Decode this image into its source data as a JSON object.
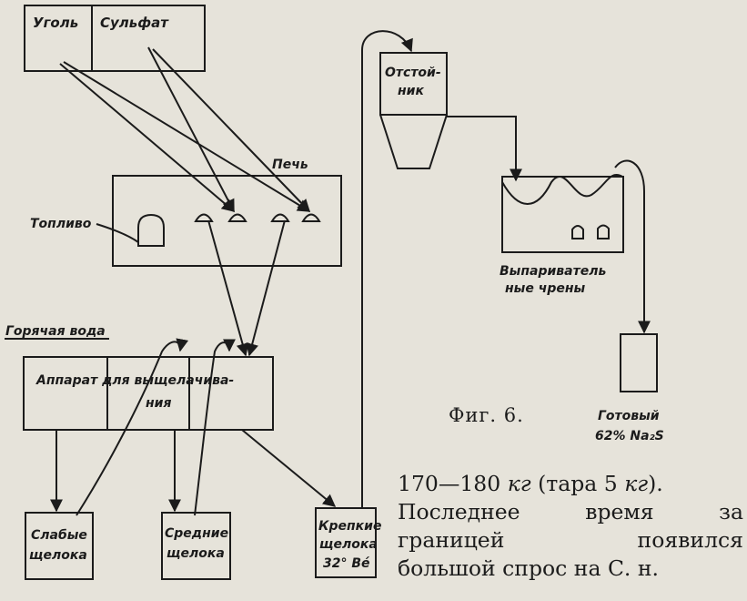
{
  "labels": {
    "coal": "Уголь",
    "sulfate": "Сульфат",
    "furnace": "Печь",
    "fuel": "Топливо",
    "hot_water": "Горячая вода",
    "leach_line1": "Аппарат для выщелачива-",
    "leach_line2": "ния",
    "settler_line1": "Отстой-",
    "settler_line2": "ник",
    "evap_line1": "Выпариватель",
    "evap_line2": "ные чрены",
    "weak_line1": "Слабые",
    "weak_line2": "щелока",
    "medium_line1": "Средние",
    "medium_line2": "щелока",
    "strong_line1": "Крепкие",
    "strong_line2": "щелока",
    "strong_line3": "32° Bé",
    "ready_line1": "Готовый",
    "ready_line2": "62% Na₂S"
  },
  "caption": "Фиг. 6.",
  "text": {
    "line1_a": "170—180 ",
    "line1_b": "кг",
    "line1_c": " (тара 5 ",
    "line1_d": "кг",
    "line1_e": ").",
    "line2_words": [
      "Последнее",
      "время",
      "за"
    ],
    "line3_words": [
      "границей",
      "появился"
    ],
    "line4": "большой спрос на С. н."
  }
}
